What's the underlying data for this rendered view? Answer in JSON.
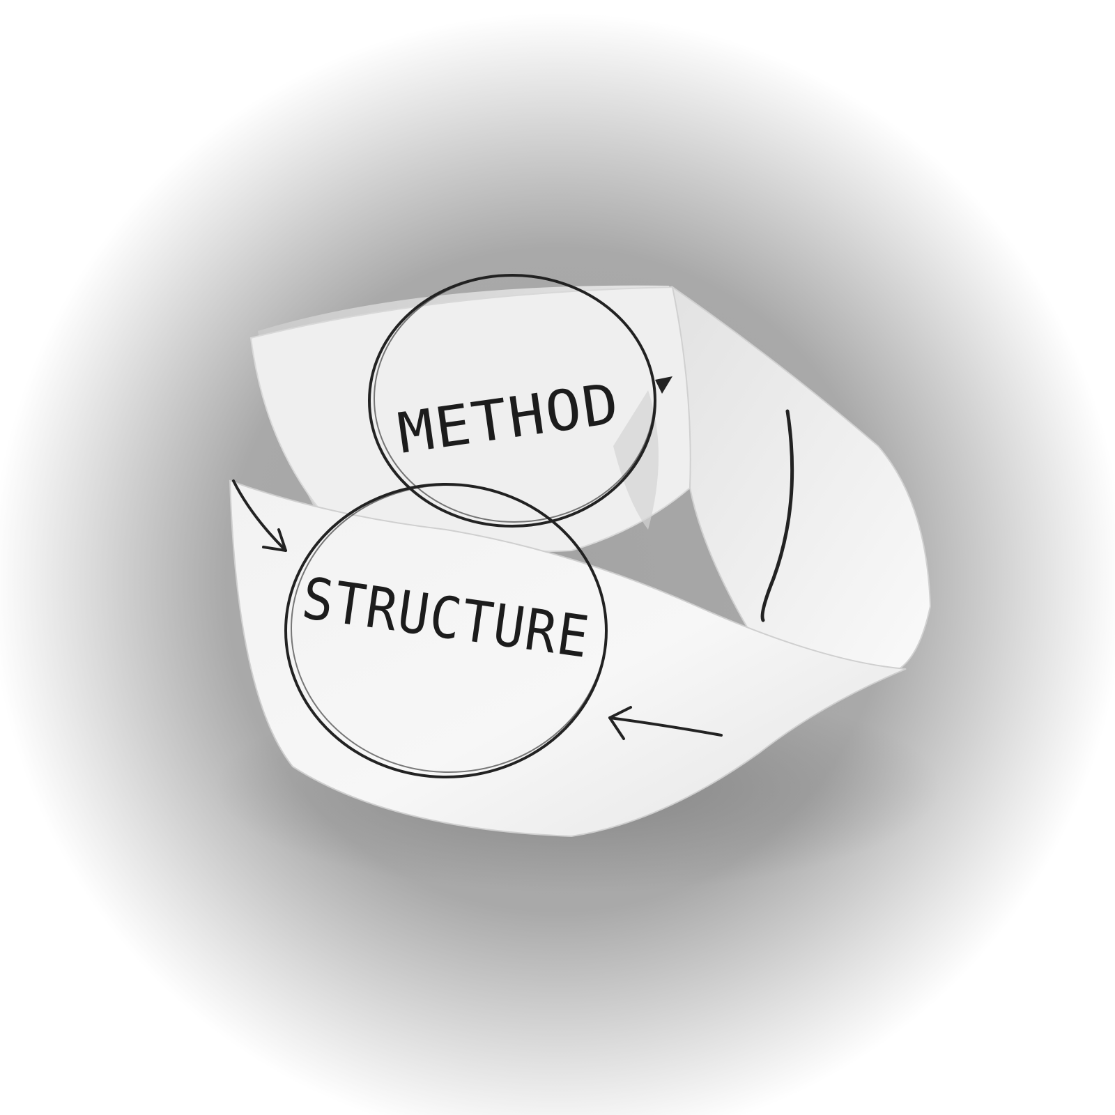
{
  "scene": {
    "subject": "paper-mobius-strip-photo",
    "labels": {
      "top_circle": "METHOD",
      "bottom_circle": "STRUCTURE"
    },
    "colors": {
      "background": "#ffffff",
      "vignette": "#8f8f8f",
      "paper_light": "#f6f6f6",
      "paper_shade": "#bdbdbd",
      "ink": "#1c1c1c"
    }
  }
}
